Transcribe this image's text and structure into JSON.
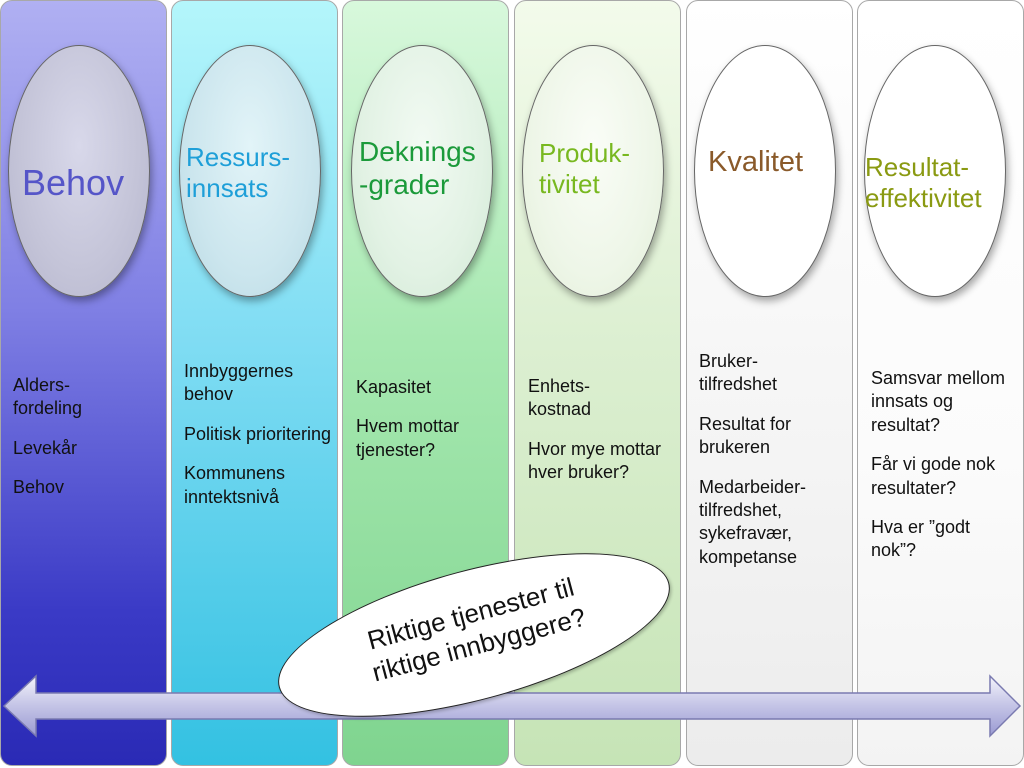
{
  "columns": [
    {
      "title": "Behov",
      "items": [
        "Alders-\nfordeling",
        "Levekår",
        "Behov"
      ]
    },
    {
      "title": "Ressurs-\ninnsats",
      "items": [
        "Innbyggernes behov",
        "Politisk prioritering",
        "Kommunens inntektsnivå"
      ]
    },
    {
      "title": "Deknings\n-grader",
      "items": [
        "Kapasitet",
        "Hvem mottar tjenester?"
      ]
    },
    {
      "title": "Produk-\ntivitet",
      "items": [
        "Enhets-\nkostnad",
        "Hvor mye mottar hver bruker?"
      ]
    },
    {
      "title": "Kvalitet",
      "items": [
        "Bruker-\ntilfredshet",
        "Resultat for brukeren",
        "Medarbeider-\ntilfredshet, sykefravær, kompetanse"
      ]
    },
    {
      "title": "Resultat-\neffektivitet",
      "items": [
        "Samsvar mellom innsats og resultat?",
        "Får vi gode nok resultater?",
        "Hva er ”godt nok”?"
      ]
    }
  ],
  "callout": {
    "text": "Riktige tjenester til\nriktige innbyggere?"
  },
  "colors": {
    "behov": "#5555c8",
    "ressurs": "#1e9fd8",
    "dekning": "#1b9a3a",
    "produktivitet": "#78b820",
    "kvalitet": "#8a5a2a",
    "resultat": "#8a9a12",
    "arrow": "#c8c8e8"
  },
  "icons": {
    "arrow": "double-headed-arrow-icon"
  }
}
